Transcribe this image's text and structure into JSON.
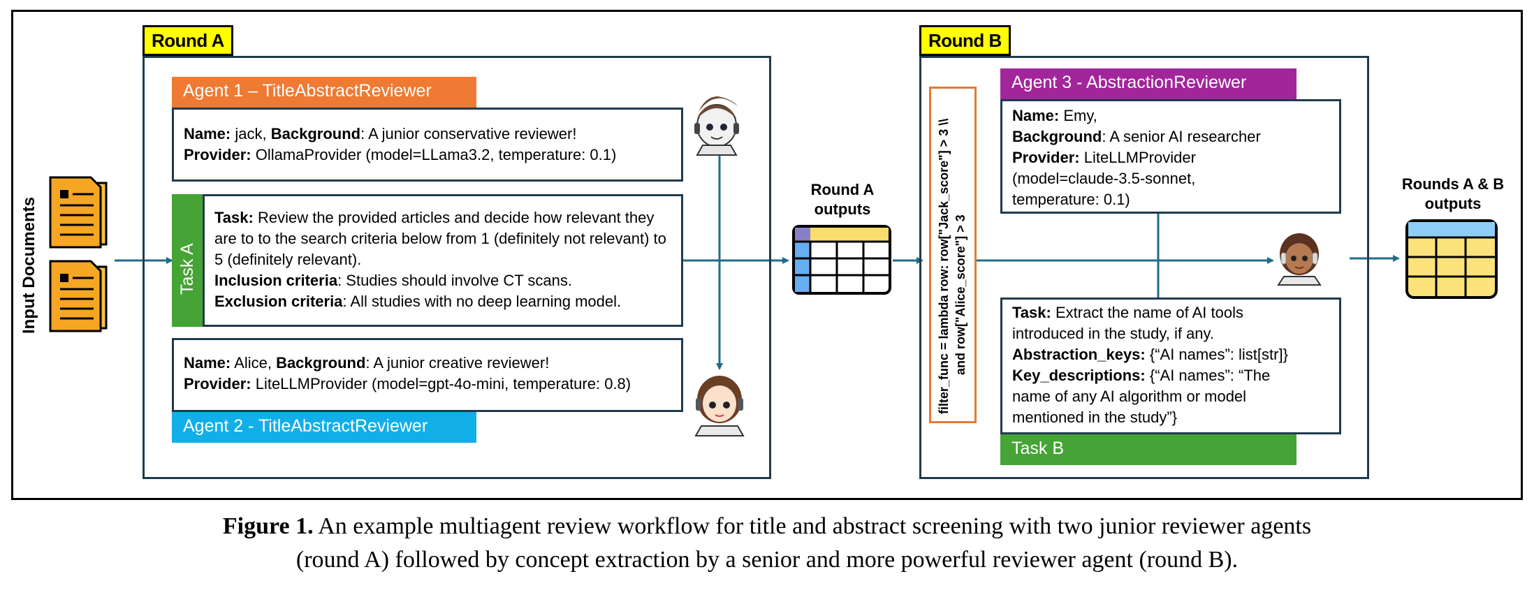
{
  "input_label": "Input Documents",
  "round_a": {
    "tag": "Round A",
    "agent1": {
      "header": "Agent 1 – TitleAbstractReviewer",
      "name_label": "Name:",
      "name_value": " jack, ",
      "background_label": "Background",
      "background_value": ": A junior conservative reviewer!",
      "provider_label": "Provider:",
      "provider_value": " OllamaProvider (model=LLama3.2, temperature: 0.1)"
    },
    "task": {
      "tab": "Task A",
      "task_label": "Task:",
      "task_value": " Review the provided articles and decide how relevant they are to to the search criteria below from 1 (definitely not relevant) to 5 (definitely relevant).",
      "inclusion_label": "Inclusion criteria",
      "inclusion_value": ": Studies should involve CT scans.",
      "exclusion_label": "Exclusion criteria",
      "exclusion_value": ": All studies with no deep learning model."
    },
    "agent2": {
      "header": "Agent 2 - TitleAbstractReviewer",
      "name_label": "Name:",
      "name_value": " Alice, ",
      "background_label": "Background",
      "background_value": ": A junior creative reviewer!",
      "provider_label": "Provider:",
      "provider_value": " LiteLLMProvider (model=gpt-4o-mini, temperature: 0.8)"
    },
    "outputs_label_line1": "Round A",
    "outputs_label_line2": "outputs"
  },
  "filter_line1": "filter_func = lambda row: row[\"Jack_score\"] > 3 \\\\",
  "filter_line2": "and row[\"Alice_score\"] > 3",
  "round_b": {
    "tag": "Round B",
    "agent3": {
      "header": "Agent 3 - AbstractionReviewer",
      "name_label": "Name:",
      "name_value": " Emy,",
      "background_label": "Background",
      "background_value": ": A senior AI researcher",
      "provider_label": "Provider:",
      "provider_value_1": " LiteLLMProvider",
      "provider_value_2": "(model=claude-3.5-sonnet,",
      "provider_value_3": "temperature: 0.1)"
    },
    "task": {
      "tab": "Task B",
      "task_label": "Task:",
      "task_value_1": " Extract the name of AI tools",
      "task_value_2": "introduced in the study, if any.",
      "keys_label": "Abstraction_keys:",
      "keys_value": " {“AI names”: list[str]}",
      "desc_label": "Key_descriptions:",
      "desc_value_1": " {“AI names”: “The",
      "desc_value_2": "name of any AI algorithm or model",
      "desc_value_3": "mentioned in the study”}"
    },
    "outputs_label_line1": "Rounds A & B",
    "outputs_label_line2": "outputs"
  },
  "caption": {
    "label": "Figure 1.",
    "line1": " An example multiagent review workflow for title and abstract screening with two junior reviewer agents",
    "line2": "(round A) followed by concept extraction by a senior and more powerful reviewer agent (round B)."
  },
  "colors": {
    "agent1": "#ee7a33",
    "agent2": "#12aee8",
    "agent3": "#a1269a",
    "task": "#46a335",
    "tag": "#ffff00",
    "arrow": "#1f6b8a",
    "frame": "#1f3b4d",
    "document": "#f5a623",
    "filter_border": "#e07b39"
  }
}
